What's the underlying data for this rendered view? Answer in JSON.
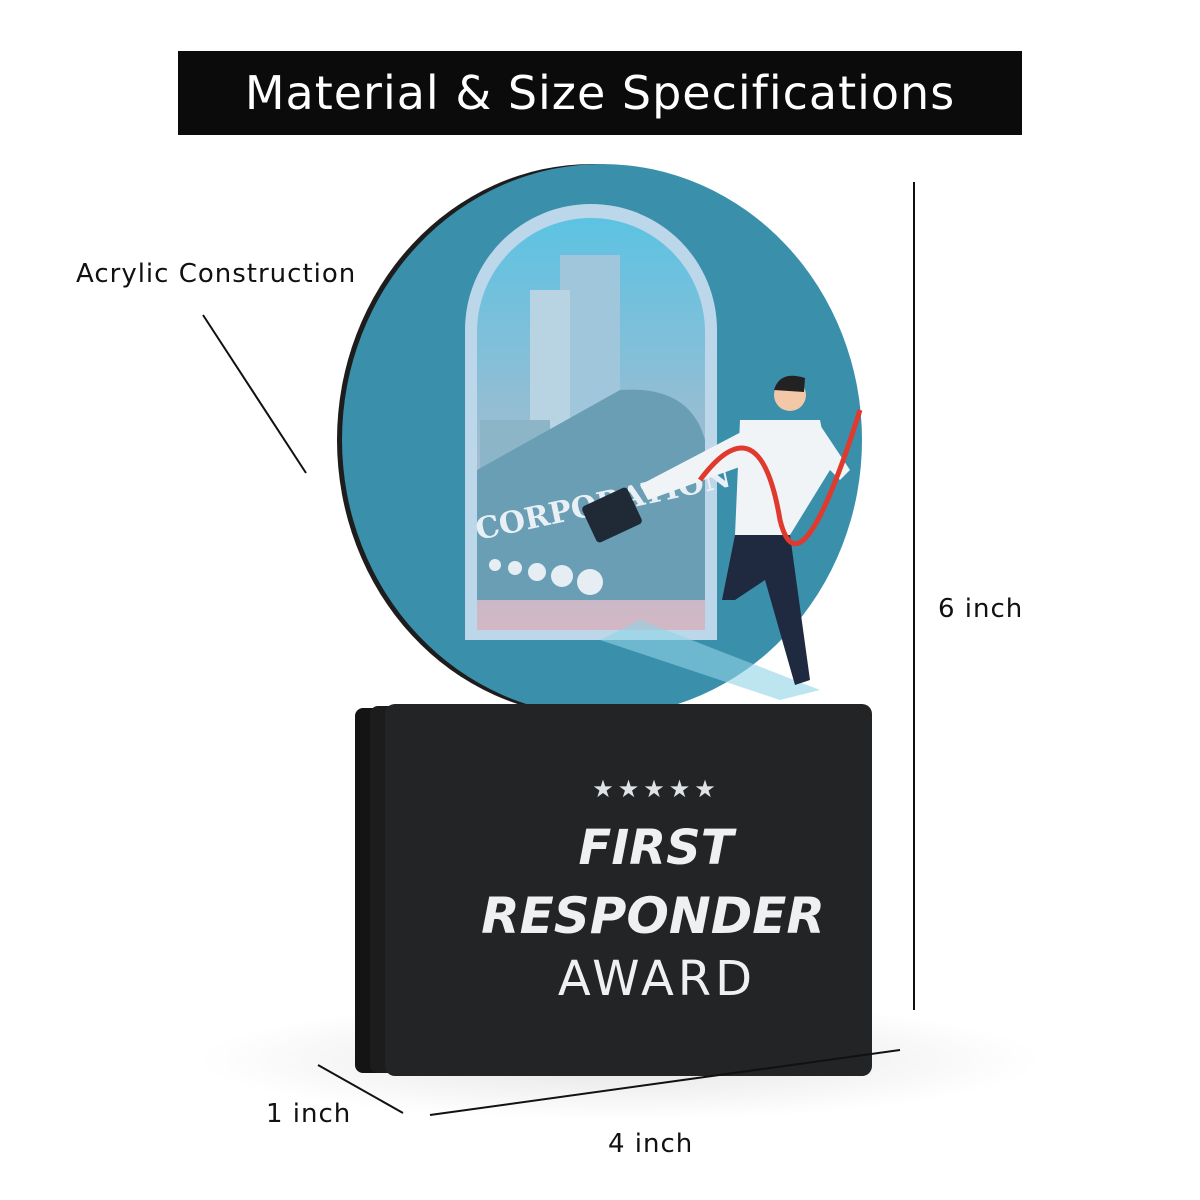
{
  "header": {
    "title": "Material & Size Specifications"
  },
  "annotations": {
    "material": "Acrylic Construction",
    "height": "6 inch",
    "depth": "1 inch",
    "width": "4 inch"
  },
  "product": {
    "stars": "★★★★★",
    "line1": "FIRST",
    "line2": "RESPONDER",
    "line3": "AWARD",
    "building_text": "CORPORATION",
    "disc_color": "#3a8fab",
    "base_color": "#222425"
  }
}
